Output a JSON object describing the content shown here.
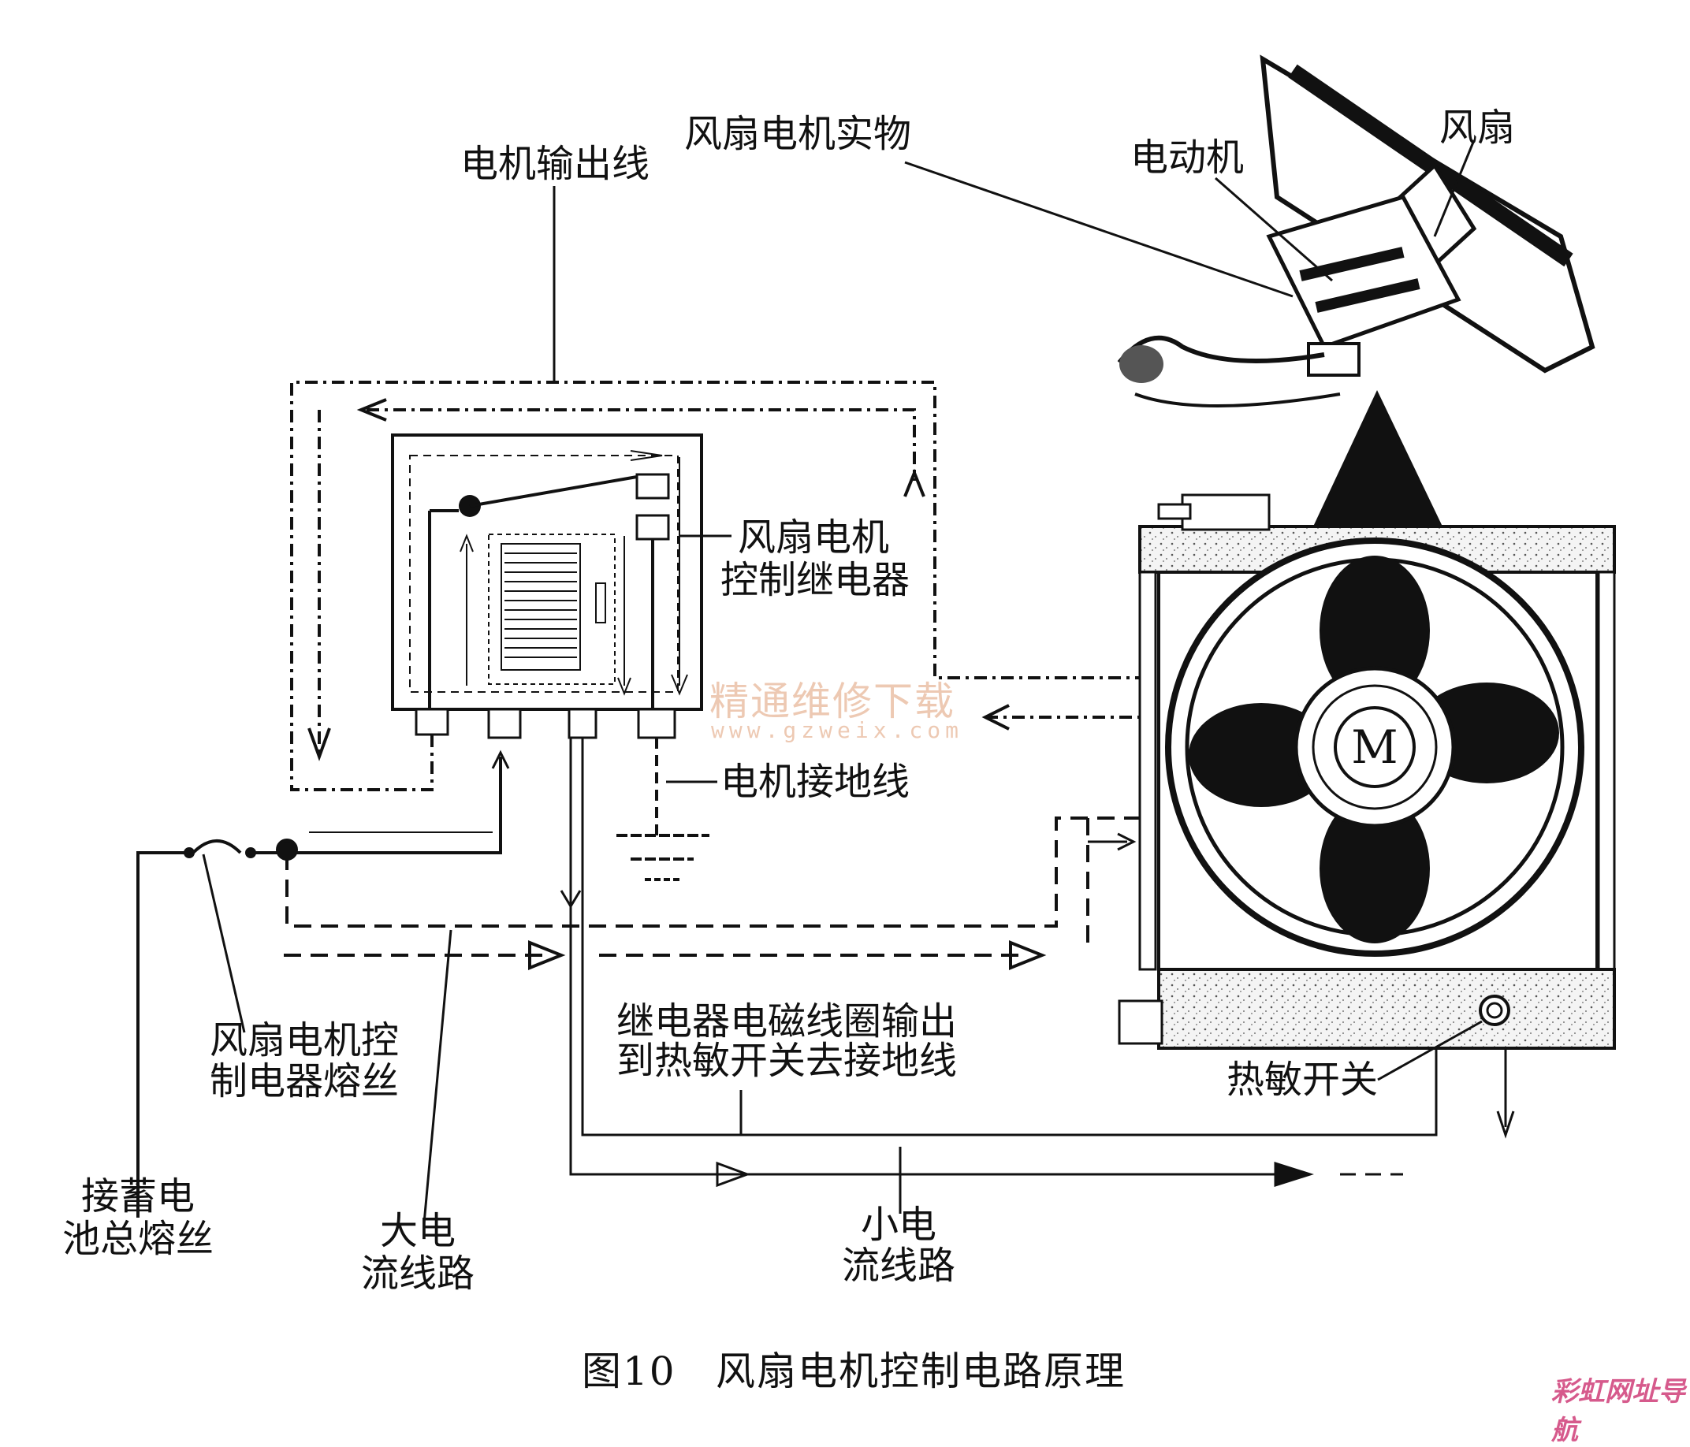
{
  "labels": {
    "motor_output_wire": "电机输出线",
    "fan_motor_real": "风扇电机实物",
    "electric_motor": "电动机",
    "fan": "风扇",
    "relay_line1": "风扇电机",
    "relay_line2": "控制继电器",
    "motor_ground": "电机接地线",
    "fuse_line1": "风扇电机控",
    "fuse_line2": "制电器熔丝",
    "coil_output_line1": "继电器电磁线圈输出",
    "coil_output_line2": "到热敏开关去接地线",
    "thermal_switch": "热敏开关",
    "battery_fuse_line1": "接蓄电",
    "battery_fuse_line2": "池总熔丝",
    "high_current_line1": "大电",
    "high_current_line2": "流线路",
    "low_current_line1": "小电",
    "low_current_line2": "流线路",
    "motor_symbol": "M"
  },
  "caption": {
    "number": "图10",
    "title": "风扇电机控制电路原理"
  },
  "watermarks": {
    "cn": "精通维修下载",
    "url": "www.gzweix.com",
    "corner": "彩虹网址导航"
  }
}
